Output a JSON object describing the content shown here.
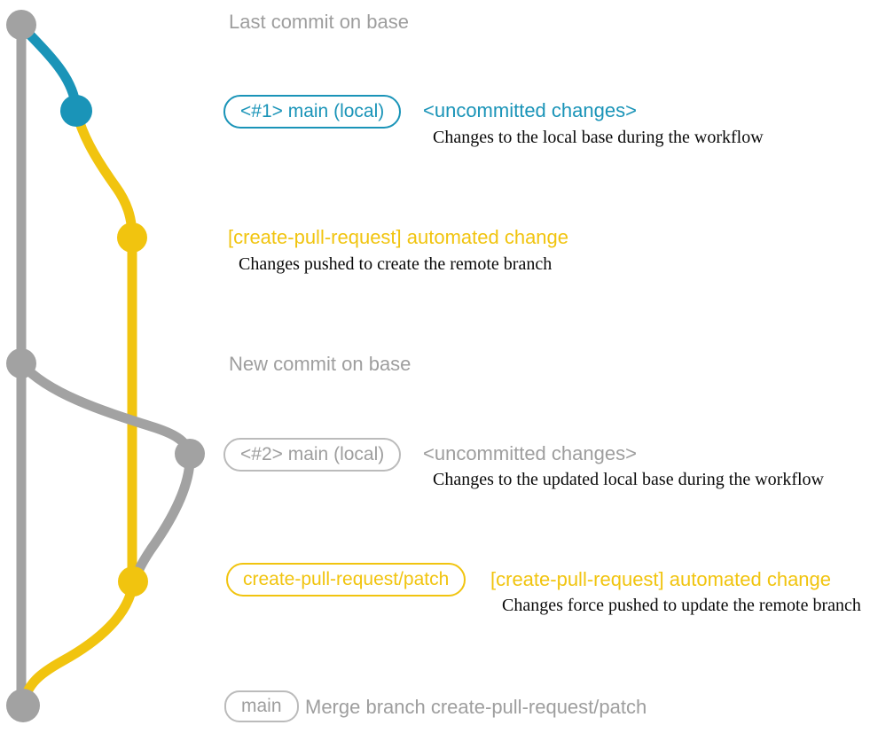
{
  "colors": {
    "branch_blue": "#1a94b8",
    "branch_yellow": "#f1c40f",
    "branch_gray": "#a2a2a2",
    "label_gray": "#9e9e9e",
    "note_black": "#0a0a0a"
  },
  "graph": {
    "commits": [
      {
        "id": "base-last",
        "color": "gray",
        "label": "Last commit on base"
      },
      {
        "id": "local-1",
        "color": "blue",
        "label": "<#1> main (local)"
      },
      {
        "id": "pr-push-1",
        "color": "yellow",
        "label": "[create-pull-request] automated change"
      },
      {
        "id": "base-new",
        "color": "gray",
        "label": "New commit on base"
      },
      {
        "id": "local-2",
        "color": "gray",
        "label": "<#2> main (local)"
      },
      {
        "id": "pr-force-push",
        "color": "yellow",
        "label": "create-pull-request/patch"
      },
      {
        "id": "merge",
        "color": "gray",
        "label": "Merge branch create-pull-request/patch"
      }
    ]
  },
  "annotations": {
    "heading_top": "Last commit on base",
    "heading_mid": "New commit on base",
    "row1": {
      "badge": "<#1> main (local)",
      "tag": "<uncommitted changes>",
      "note": "Changes to the local base during the workflow"
    },
    "row2": {
      "tag": "[create-pull-request] automated change",
      "note": "Changes pushed to create the remote branch"
    },
    "row3": {
      "badge": "<#2> main (local)",
      "tag": "<uncommitted changes>",
      "note": "Changes to the updated local base during the workflow"
    },
    "row4": {
      "badge": "create-pull-request/patch",
      "tag": "[create-pull-request] automated change",
      "note": "Changes force pushed to update the remote branch"
    },
    "row5": {
      "badge": "main",
      "tag": "Merge branch create-pull-request/patch"
    }
  }
}
